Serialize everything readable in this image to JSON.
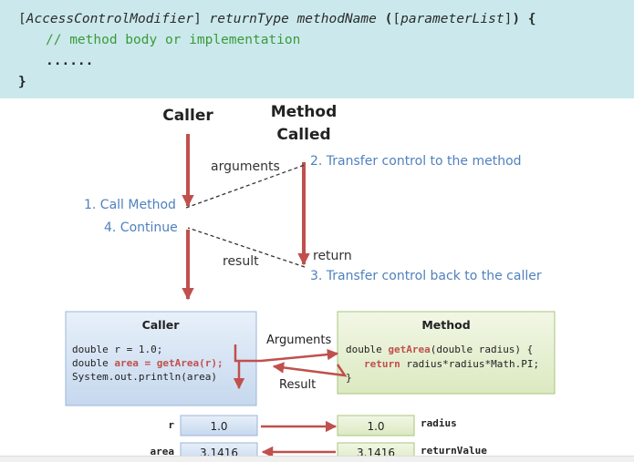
{
  "code": {
    "open_bracket": "[",
    "access_modifier": "AccessControlModifier",
    "close_bracket": "]",
    "return_type": "returnType",
    "method_name": "methodName",
    "open_paren": "(",
    "param_open": "[",
    "param_list": "parameterList",
    "param_close": "]",
    "close_paren": ")",
    "open_brace": "{",
    "comment": "// method body or implementation",
    "dots": "......",
    "close_brace": "}"
  },
  "flow": {
    "caller_title": "Caller",
    "method_title_line1": "Method",
    "method_title_line2": "Called",
    "arguments_label": "arguments",
    "step2": "2. Transfer control to the method",
    "step1": "1. Call Method",
    "step4": "4. Continue",
    "return_label": "return",
    "result_label": "result",
    "step3": "3. Transfer control back to the caller"
  },
  "caller_box": {
    "title": "Caller",
    "line1": "double r = 1.0;",
    "line2_pre": "double ",
    "line2_hl": "area = getArea(r);",
    "line3": "System.out.println(area)"
  },
  "method_box": {
    "title": "Method",
    "line1_pre": "double ",
    "line1_hl": "getArea",
    "line1_post": "(double radius) {",
    "line2_kw": "return",
    "line2_rest": " radius*radius*Math.PI;",
    "line3": "}"
  },
  "arrows": {
    "arguments": "Arguments",
    "result": "Result"
  },
  "values": {
    "r_label": "r",
    "r_value": "1.0",
    "radius_value": "1.0",
    "radius_label": "radius",
    "area_label": "area",
    "area_value": "3.1416",
    "return_value": "3.1416",
    "return_value_label": "returnValue"
  },
  "colors": {
    "code_bg": "#cbe9ec",
    "arrow_red": "#c0504d",
    "step_blue": "#4f81bd",
    "caller_box": "#d4e2f2",
    "method_box": "#e4efcf"
  }
}
